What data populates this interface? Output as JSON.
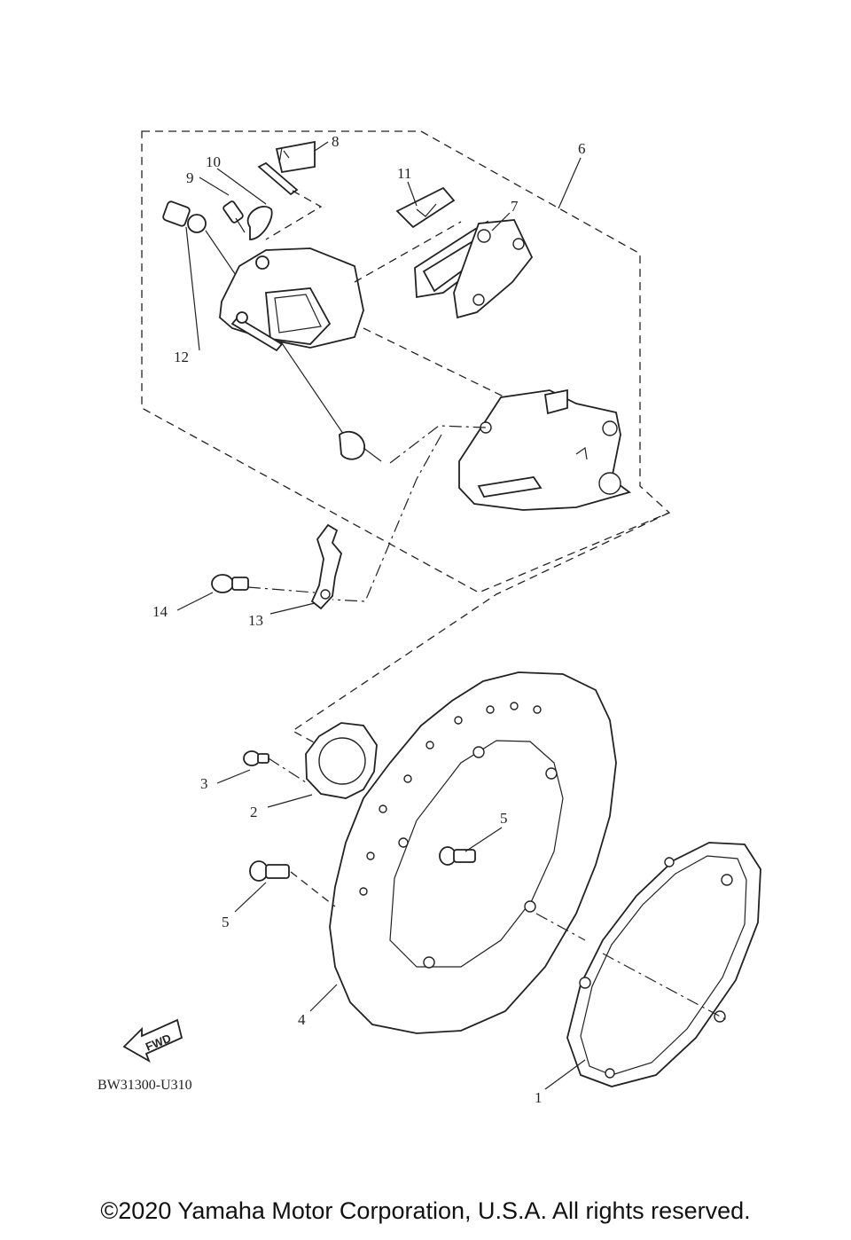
{
  "diagram": {
    "part_labels": [
      "1",
      "2",
      "3",
      "4",
      "5",
      "5",
      "6",
      "7",
      "8",
      "9",
      "10",
      "11",
      "12",
      "13",
      "14"
    ],
    "fwd_label": "FWD",
    "diagram_code": "BW31300-U310"
  },
  "footer": {
    "copyright": "©2020 Yamaha Motor Corporation, U.S.A. All rights reserved."
  }
}
